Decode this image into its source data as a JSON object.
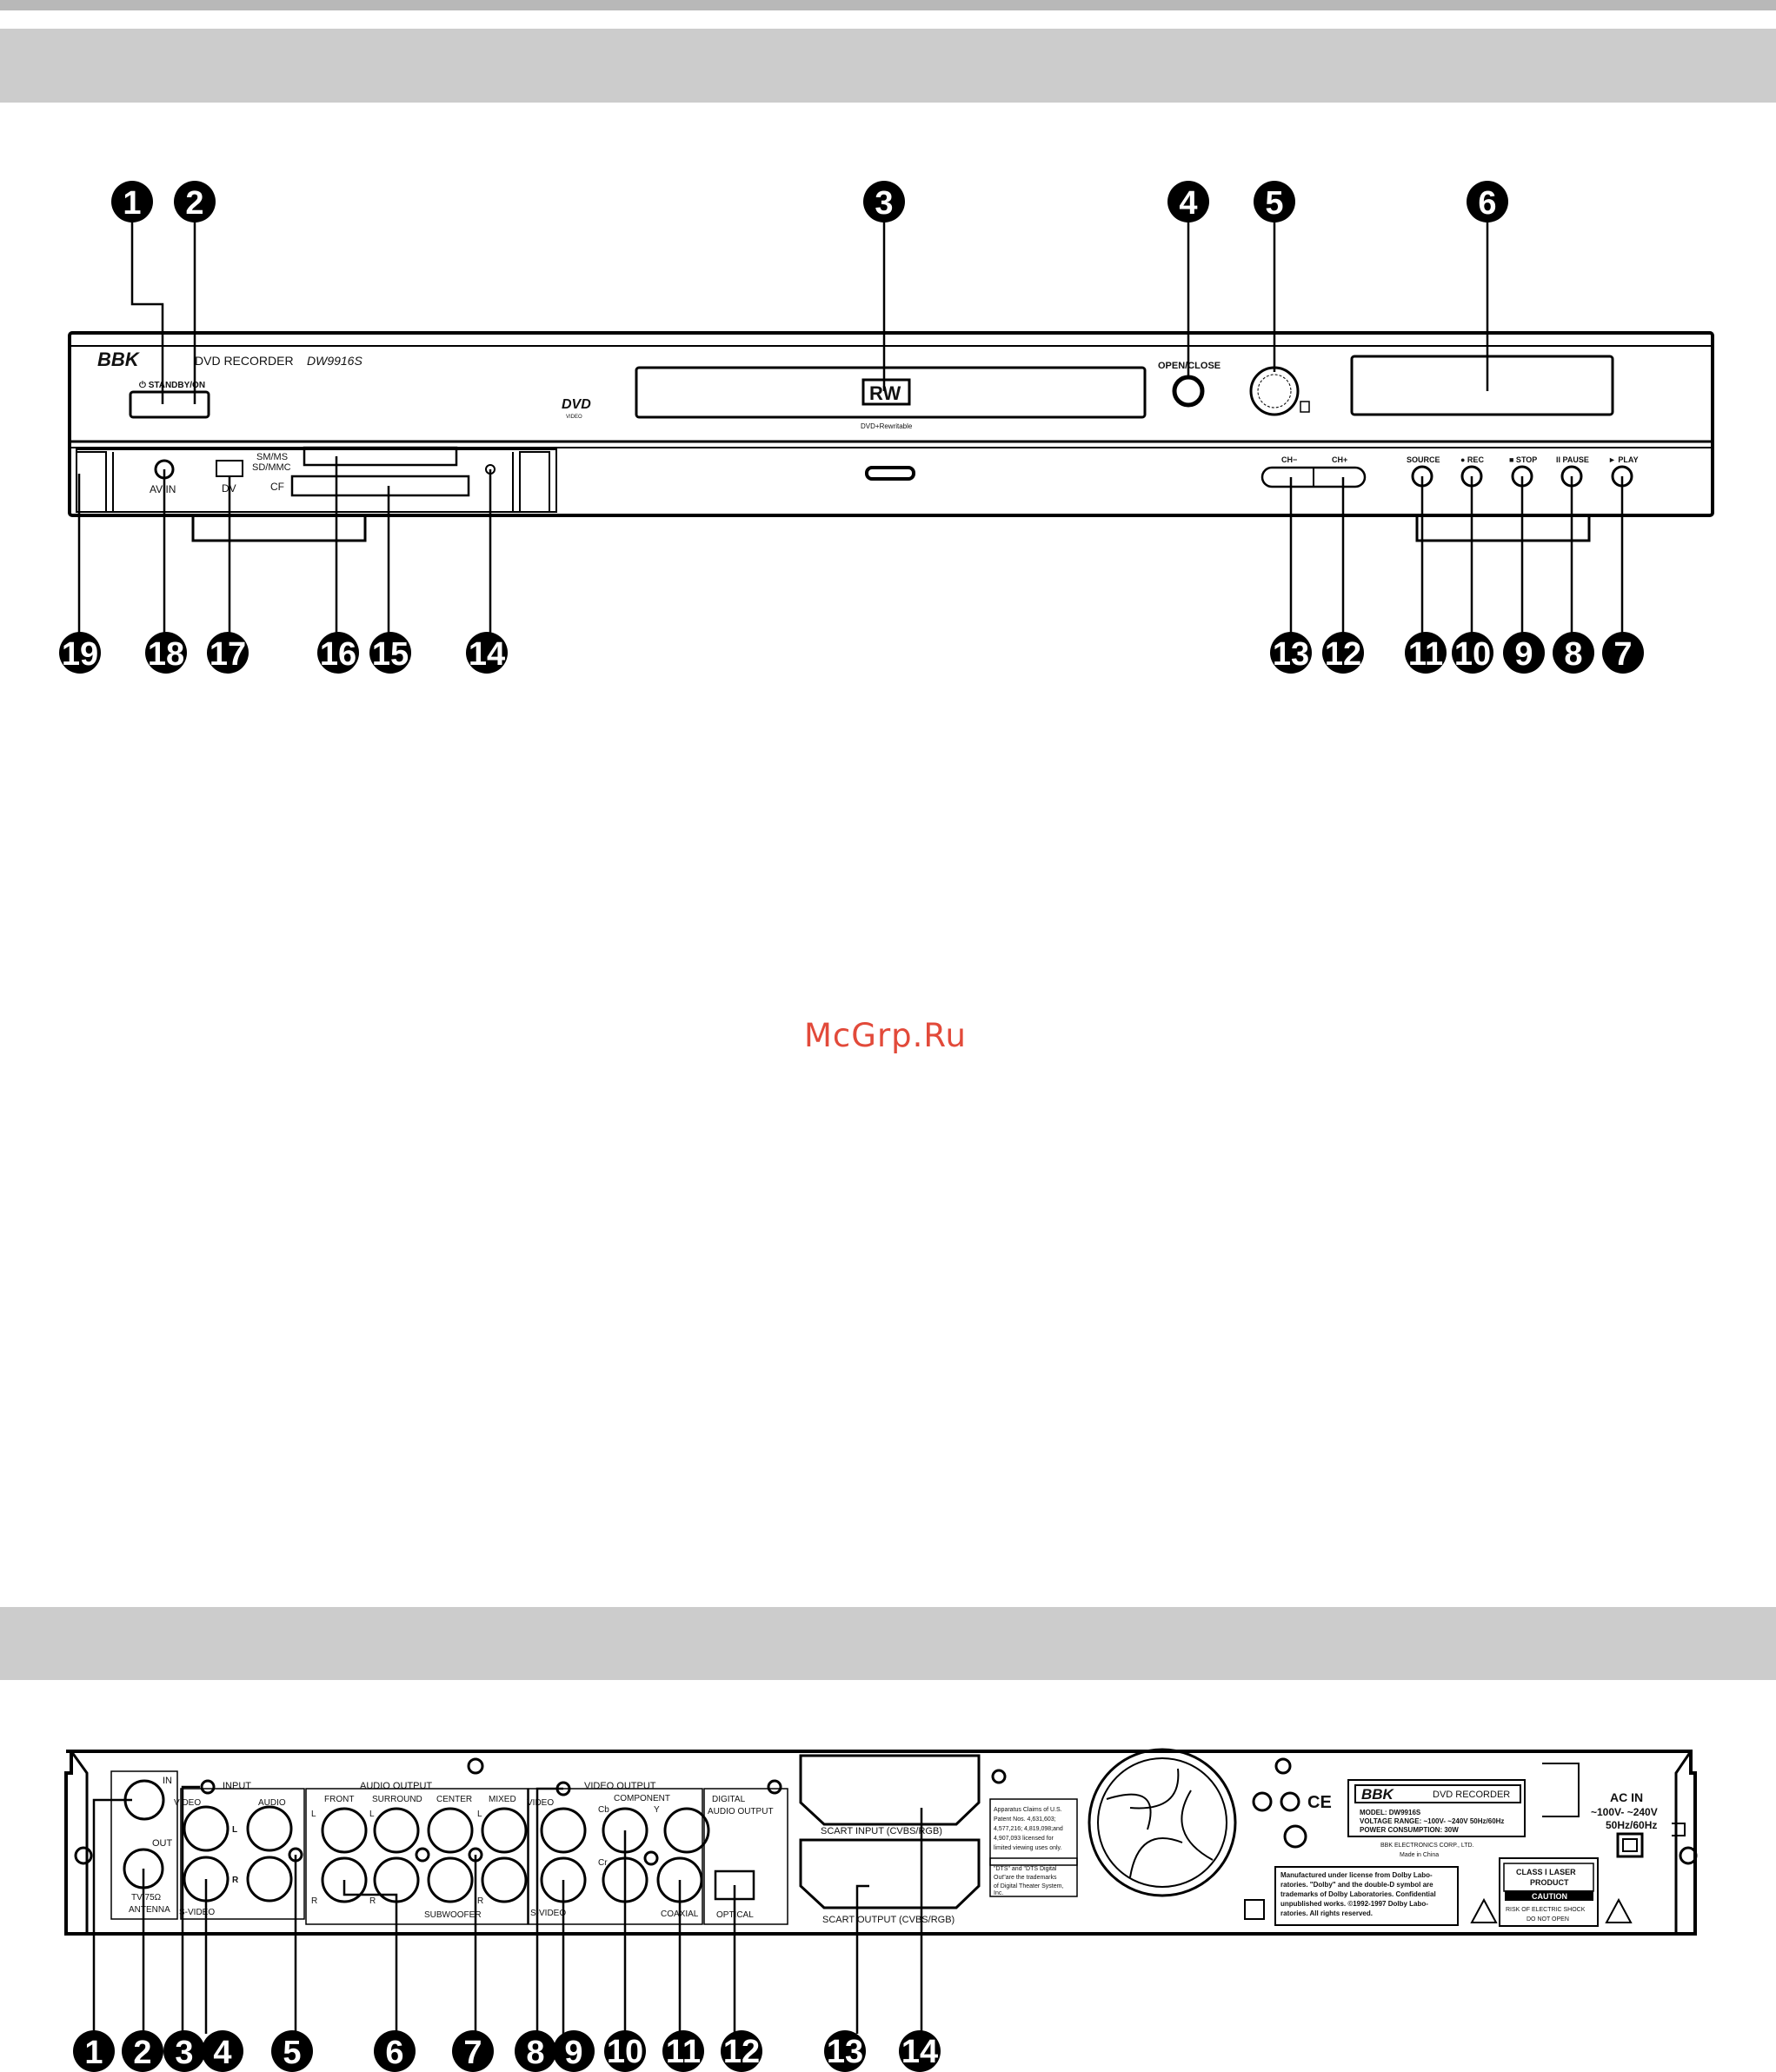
{
  "watermark": "McGrp.Ru",
  "front": {
    "brand": "BBK",
    "model_line": "DVD RECORDER",
    "model": "DW9916S",
    "standby": "⏻ STANDBY/ON",
    "dvd_logo": "DVD",
    "dvd_logo_sub": "VIDEO",
    "rw_logo": "RW",
    "rw_caption": "DVD+Rewritable",
    "open_close": "OPEN/CLOSE",
    "sm_ms": "SM/MS",
    "sd_mmc": "SD/MMC",
    "cf": "CF",
    "dv": "DV",
    "av_in": "AV IN",
    "ch_minus": "CH−",
    "ch_plus": "CH+",
    "source": "SOURCE",
    "rec": "● REC",
    "stop": "■ STOP",
    "pause": "II PAUSE",
    "play": "► PLAY",
    "callouts": [
      "1",
      "2",
      "3",
      "4",
      "5",
      "6",
      "7",
      "8",
      "9",
      "10",
      "11",
      "12",
      "13",
      "14",
      "15",
      "16",
      "17",
      "18",
      "19"
    ]
  },
  "rear": {
    "in": "IN",
    "out": "OUT",
    "tv_antenna": "TV 75Ω",
    "antenna": "ANTENNA",
    "input": "INPUT",
    "video": "VIDEO",
    "audio": "AUDIO",
    "s_video": "S-VIDEO",
    "l": "L",
    "r": "R",
    "audio_output": "AUDIO OUTPUT",
    "front": "FRONT",
    "surround": "SURROUND",
    "center": "CENTER",
    "mixed": "MIXED",
    "subwoofer": "SUBWOOFER",
    "video_output": "VIDEO OUTPUT",
    "component": "COMPONENT",
    "cb": "Cb",
    "cr": "Cr",
    "y": "Y",
    "digital": "DIGITAL",
    "digital_audio_output": "AUDIO OUTPUT",
    "coaxial": "COAXIAL",
    "optical": "OPTICAL",
    "scart_input": "SCART INPUT (CVBS/RGB)",
    "scart_output": "SCART OUTPUT (CVBS/RGB)",
    "patent_lines": [
      "Apparatus Claims of U.S.",
      "Patent Nos. 4,631,603;",
      "4,577,216; 4,819,098;and",
      "4,907,093 licensed for",
      "limited viewing uses only."
    ],
    "dts_lines": [
      "\"DTS\" and \"DTS Digital",
      "Out\"are the trademarks",
      "of Digital Theater System,",
      "Inc."
    ],
    "brand": "BBK",
    "dvd_recorder": "DVD RECORDER",
    "model": "MODEL: DW9916S",
    "voltage": "VOLTAGE RANGE: ~100V- ~240V   50Hz/60Hz",
    "power": "POWER CONSUMPTION: 30W",
    "company": "BBK ELECTRONICS CORP., LTD.",
    "made_in": "Made in China",
    "dolby_lines": [
      "Manufactured under license from Dolby Labo-",
      "ratories. \"Dolby\" and the double-D symbol are",
      "trademarks of Dolby Laboratories. Confidential",
      "unpublished works. ©1992-1997 Dolby Labo-",
      "ratories. All rights reserved."
    ],
    "class_laser": "CLASS Ⅰ LASER",
    "product": "PRODUCT",
    "caution": "CAUTION",
    "shock": "RISK OF ELECTRIC SHOCK",
    "do_not_open": "DO NOT OPEN",
    "ac_in": "AC IN",
    "ac_range": "~100V- ~240V",
    "ac_freq": "50Hz/60Hz",
    "ce": "CE",
    "callouts": [
      "1",
      "2",
      "3",
      "4",
      "5",
      "6",
      "7",
      "8",
      "9",
      "10",
      "11",
      "12",
      "13",
      "14"
    ]
  }
}
